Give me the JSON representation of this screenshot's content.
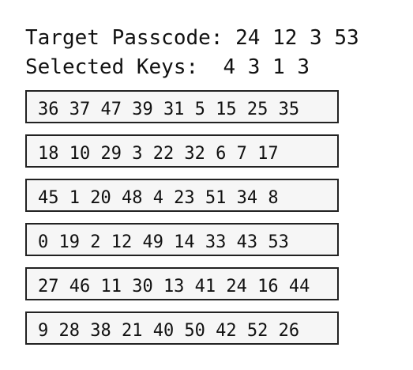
{
  "header": {
    "target_line": "Target Passcode: 24 12 3 53",
    "selected_line": "Selected Keys:  4 3 1 3"
  },
  "key_rows": [
    "36 37 47 39 31 5 15 25 35",
    "18 10 29 3 22 32 6 7 17",
    "45 1 20 48 4 23 51 34 8",
    "0 19 2 12 49 14 33 43 53",
    "27 46 11 30 13 41 24 16 44",
    "9 28 38 21 40 50 42 52 26"
  ]
}
